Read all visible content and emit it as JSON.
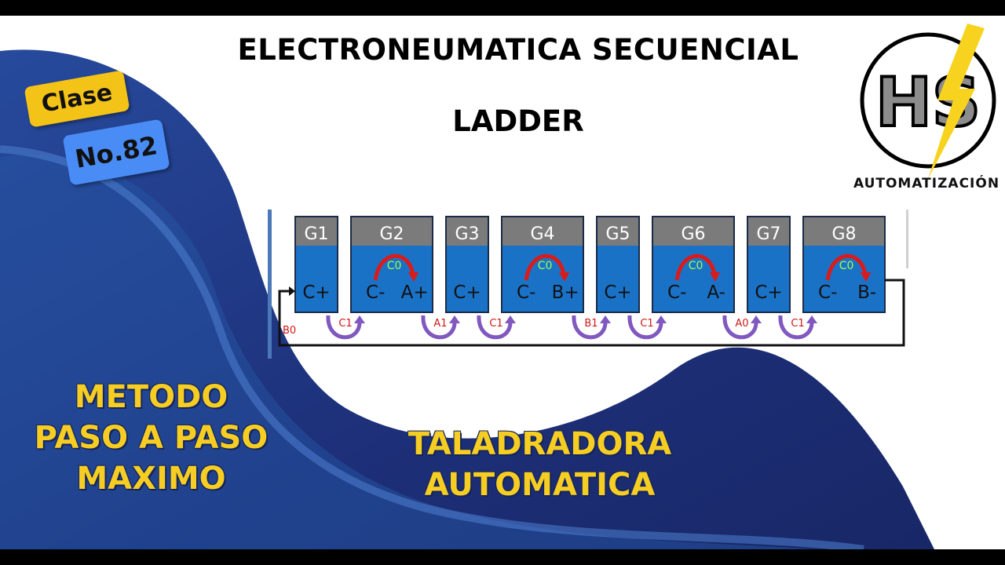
{
  "header": {
    "title": "ELECTRONEUMATICA SECUENCIAL",
    "subtitle": "LADDER"
  },
  "badges": {
    "clase": "Clase",
    "number": "No.82"
  },
  "logo": {
    "letters": "HS",
    "caption": "AUTOMATIZACIÓN"
  },
  "method_lines": [
    "METODO",
    "PASO A PASO",
    "MAXIMO"
  ],
  "project_lines": [
    "TALADRADORA",
    "AUTOMATICA"
  ],
  "diagram": {
    "groups": [
      {
        "name": "G1",
        "actions": [
          "C+"
        ],
        "counter": ""
      },
      {
        "name": "G2",
        "actions": [
          "C-",
          "A+"
        ],
        "counter": "C0"
      },
      {
        "name": "G3",
        "actions": [
          "C+"
        ],
        "counter": ""
      },
      {
        "name": "G4",
        "actions": [
          "C-",
          "B+"
        ],
        "counter": "C0"
      },
      {
        "name": "G5",
        "actions": [
          "C+"
        ],
        "counter": ""
      },
      {
        "name": "G6",
        "actions": [
          "C-",
          "A-"
        ],
        "counter": "C0"
      },
      {
        "name": "G7",
        "actions": [
          "C+"
        ],
        "counter": ""
      },
      {
        "name": "G8",
        "actions": [
          "C-",
          "B-"
        ],
        "counter": "C0"
      }
    ],
    "transitions": [
      "C1",
      "A1",
      "C1",
      "B1",
      "C1",
      "A0",
      "C1"
    ],
    "start_signal": "B0"
  },
  "colors": {
    "box_blue": "#1a72c7",
    "header_gray": "#7b7b7b",
    "bg_navy": "#1d2f78",
    "accent_yellow": "#f6cd22",
    "arrow_purple": "#8058c0",
    "arrow_red": "#d81c1c",
    "counter_green": "#9eff4a"
  }
}
